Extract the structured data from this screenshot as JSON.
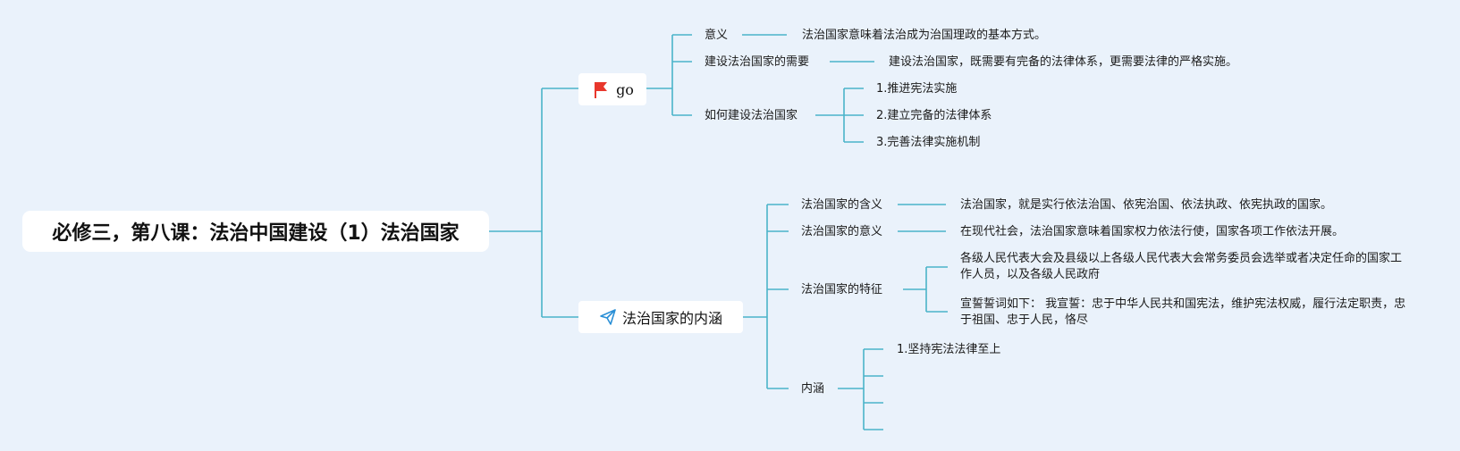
{
  "root": {
    "label": "必修三，第八课：法治中国建设（1）法治国家"
  },
  "branch_go": {
    "label": "go",
    "icon": "flag-icon",
    "icon_color": "#e8372c",
    "children": [
      {
        "label": "意义",
        "detail": "法治国家意味着法治成为治国理政的基本方式。"
      },
      {
        "label": "建设法治国家的需要",
        "detail": "建设法治国家，既需要有完备的法律体系，更需要法律的严格实施。"
      },
      {
        "label": "如何建设法治国家",
        "items": [
          "1.推进宪法实施",
          "2.建立完备的法律体系",
          "3.完善法律实施机制"
        ]
      }
    ]
  },
  "branch_content": {
    "label": "法治国家的内涵",
    "icon": "paper-plane-icon",
    "icon_color": "#2a8fd6",
    "children": [
      {
        "label": "法治国家的含义",
        "detail": "法治国家，就是实行依法治国、依宪治国、依法执政、依宪执政的国家。"
      },
      {
        "label": "法治国家的意义",
        "detail": "在现代社会，法治国家意味着国家权力依法行使，国家各项工作依法开展。"
      },
      {
        "label": "法治国家的特征",
        "details": [
          "各级人民代表大会及县级以上各级人民代表大会常务委员会选举或者决定任命的国家工作人员，以及各级人民政府",
          "宣誓誓词如下： 我宣誓：忠于中华人民共和国宪法，维护宪法权威，履行法定职责，忠于祖国、忠于人民，恪尽"
        ]
      },
      {
        "label": "内涵",
        "items": [
          "1.坚持宪法法律至上",
          "",
          "",
          ""
        ]
      }
    ]
  },
  "colors": {
    "background": "#eaf2fb",
    "connector": "#4ab3c9",
    "node_box": "#ffffff"
  }
}
